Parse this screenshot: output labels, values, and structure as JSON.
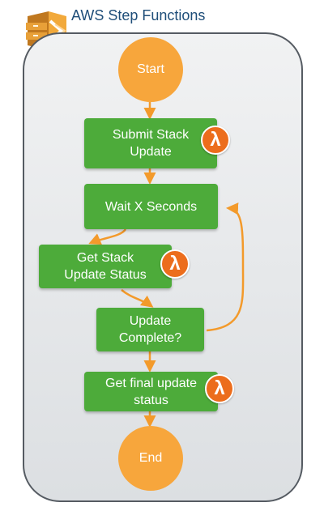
{
  "header": {
    "title": "AWS Step Functions",
    "logo_icon": "aws-step-functions-logo"
  },
  "colors": {
    "state_fill": "#4dab3a",
    "terminal_fill": "#f7a63c",
    "lambda_badge": "#ec6d1c",
    "arrow": "#f39a2b",
    "panel_border": "#555b62",
    "title": "#1f4e79"
  },
  "nodes": {
    "start": "Start",
    "submit": {
      "line1": "Submit Stack",
      "line2": "Update"
    },
    "wait": "Wait X Seconds",
    "get_status": {
      "line1": "Get Stack",
      "line2": "Update Status"
    },
    "complete": {
      "line1": "Update",
      "line2": "Complete?"
    },
    "final": {
      "line1": "Get final update",
      "line2": "status"
    },
    "end": "End"
  },
  "lambda_symbol": "λ",
  "edges": [
    [
      "start",
      "submit"
    ],
    [
      "submit",
      "wait"
    ],
    [
      "wait",
      "get_status"
    ],
    [
      "get_status",
      "complete"
    ],
    [
      "complete",
      "wait"
    ],
    [
      "complete",
      "final"
    ],
    [
      "final",
      "end"
    ]
  ]
}
